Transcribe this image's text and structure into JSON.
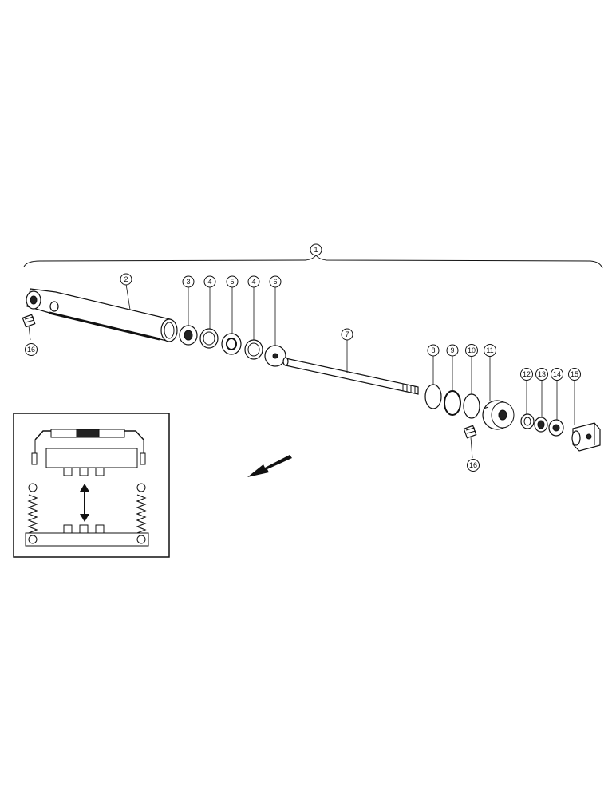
{
  "callouts": [
    {
      "id": "assembly",
      "label": "1"
    },
    {
      "id": "barrel",
      "label": "2"
    },
    {
      "id": "part-3",
      "label": "3"
    },
    {
      "id": "part-4a",
      "label": "4"
    },
    {
      "id": "part-5",
      "label": "5"
    },
    {
      "id": "part-4b",
      "label": "4"
    },
    {
      "id": "part-6",
      "label": "6"
    },
    {
      "id": "rod",
      "label": "7"
    },
    {
      "id": "part-8",
      "label": "8"
    },
    {
      "id": "part-9",
      "label": "9"
    },
    {
      "id": "part-10",
      "label": "10"
    },
    {
      "id": "part-11",
      "label": "11"
    },
    {
      "id": "part-12",
      "label": "12"
    },
    {
      "id": "part-13",
      "label": "13"
    },
    {
      "id": "part-14",
      "label": "14"
    },
    {
      "id": "part-15",
      "label": "15"
    },
    {
      "id": "fitting-left",
      "label": "16"
    },
    {
      "id": "fitting-right",
      "label": "16"
    }
  ],
  "colors": {
    "ink": "#111111",
    "paper": "#ffffff"
  },
  "icons": [
    "direction-arrow-icon",
    "vertical-double-arrow-icon"
  ]
}
